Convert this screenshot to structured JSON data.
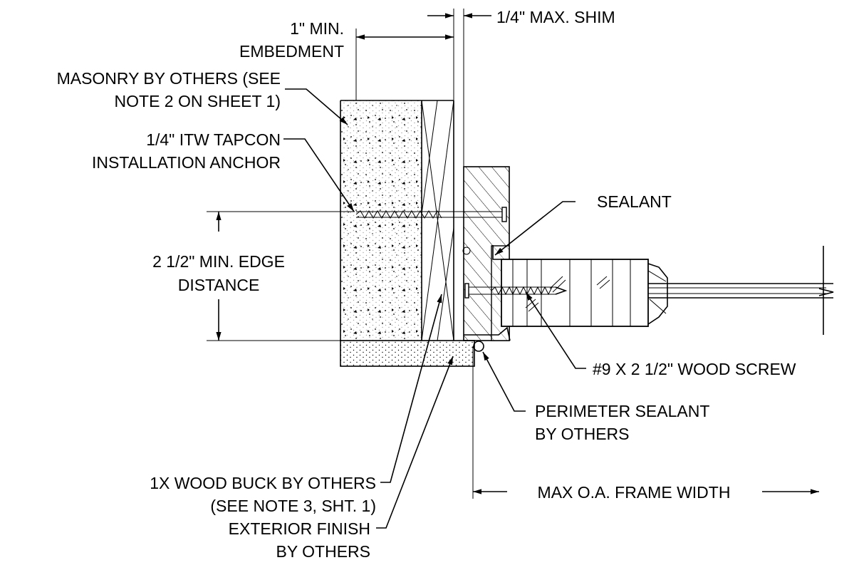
{
  "labels": {
    "embedment_1": "1\" MIN.",
    "embedment_2": "EMBEDMENT",
    "shim": "1/4\" MAX. SHIM",
    "masonry_1": "MASONRY BY OTHERS (SEE",
    "masonry_2": "NOTE 2 ON SHEET 1)",
    "tapcon_1": "1/4\" ITW TAPCON",
    "tapcon_2": "INSTALLATION ANCHOR",
    "sealant": "SEALANT",
    "edge_1": "2 1/2\" MIN. EDGE",
    "edge_2": "DISTANCE",
    "screw": "#9 X 2 1/2\" WOOD SCREW",
    "perimeter_1": "PERIMETER SEALANT",
    "perimeter_2": "BY OTHERS",
    "buck_1": "1X WOOD BUCK BY OTHERS",
    "buck_2": "(SEE NOTE 3, SHT. 1)",
    "frame_width": "MAX O.A. FRAME WIDTH",
    "finish_1": "EXTERIOR FINISH",
    "finish_2": "BY OTHERS"
  }
}
